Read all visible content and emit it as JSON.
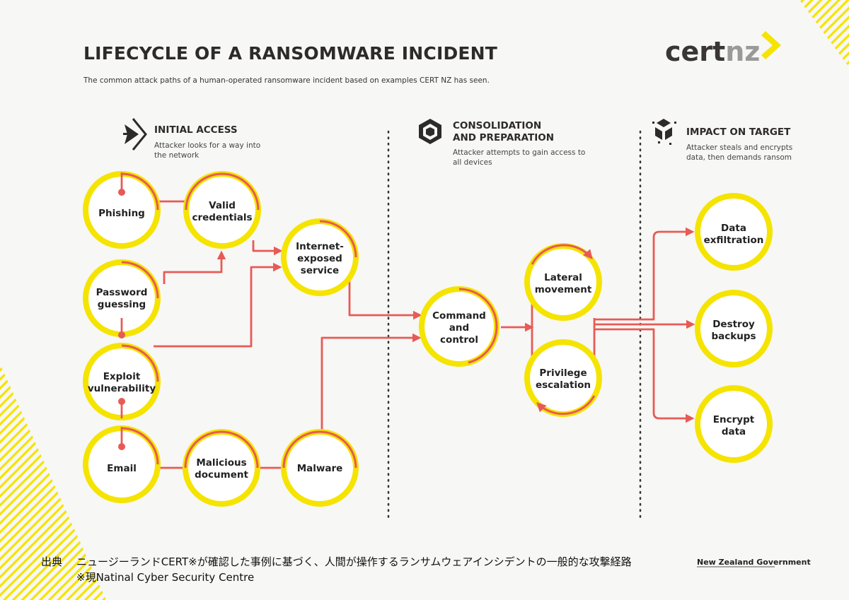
{
  "header": {
    "title": "LIFECYCLE OF A RANSOMWARE INCIDENT",
    "subtitle": "The common attack paths of a human-operated ransomware incident based on examples CERT NZ has seen.",
    "logo_part1": "cert",
    "logo_part2": "nz"
  },
  "stages": [
    {
      "title": "INITIAL ACCESS",
      "desc": [
        "Attacker looks for a way into",
        "the network"
      ]
    },
    {
      "title": [
        "CONSOLIDATION",
        "AND PREPARATION"
      ],
      "desc": [
        "Attacker attempts to gain access to",
        "all devices"
      ]
    },
    {
      "title": "IMPACT ON TARGET",
      "desc": [
        "Attacker steals and encrypts",
        "data, then demands ransom"
      ]
    }
  ],
  "nodes": {
    "phishing": [
      "Phishing"
    ],
    "valid_credentials": [
      "Valid",
      "credentials"
    ],
    "internet_exposed": [
      "Internet-",
      "exposed",
      "service"
    ],
    "password_guessing": [
      "Password",
      "guessing"
    ],
    "exploit": [
      "Exploit",
      "vulnerability"
    ],
    "email": [
      "Email"
    ],
    "malicious_document": [
      "Malicious",
      "document"
    ],
    "malware": [
      "Malware"
    ],
    "command_control": [
      "Command",
      "and",
      "control"
    ],
    "lateral_movement": [
      "Lateral",
      "movement"
    ],
    "privilege_escalation": [
      "Privilege",
      "escalation"
    ],
    "data_exfiltration": [
      "Data",
      "exfiltration"
    ],
    "destroy_backups": [
      "Destroy",
      "backups"
    ],
    "encrypt_data": [
      "Encrypt",
      "data"
    ]
  },
  "footer": {
    "source_label": "出典",
    "source_text": "ニュージーランドCERT※が確認した事例に基づく、人間が操作するランサムウェアインシデントの一般的な攻撃経路",
    "note": "※現Natinal Cyber Security Centre",
    "gov": "New Zealand Government"
  },
  "colors": {
    "ring": "#f5e300",
    "path": "#e85a55",
    "text": "#2d2a2a"
  }
}
